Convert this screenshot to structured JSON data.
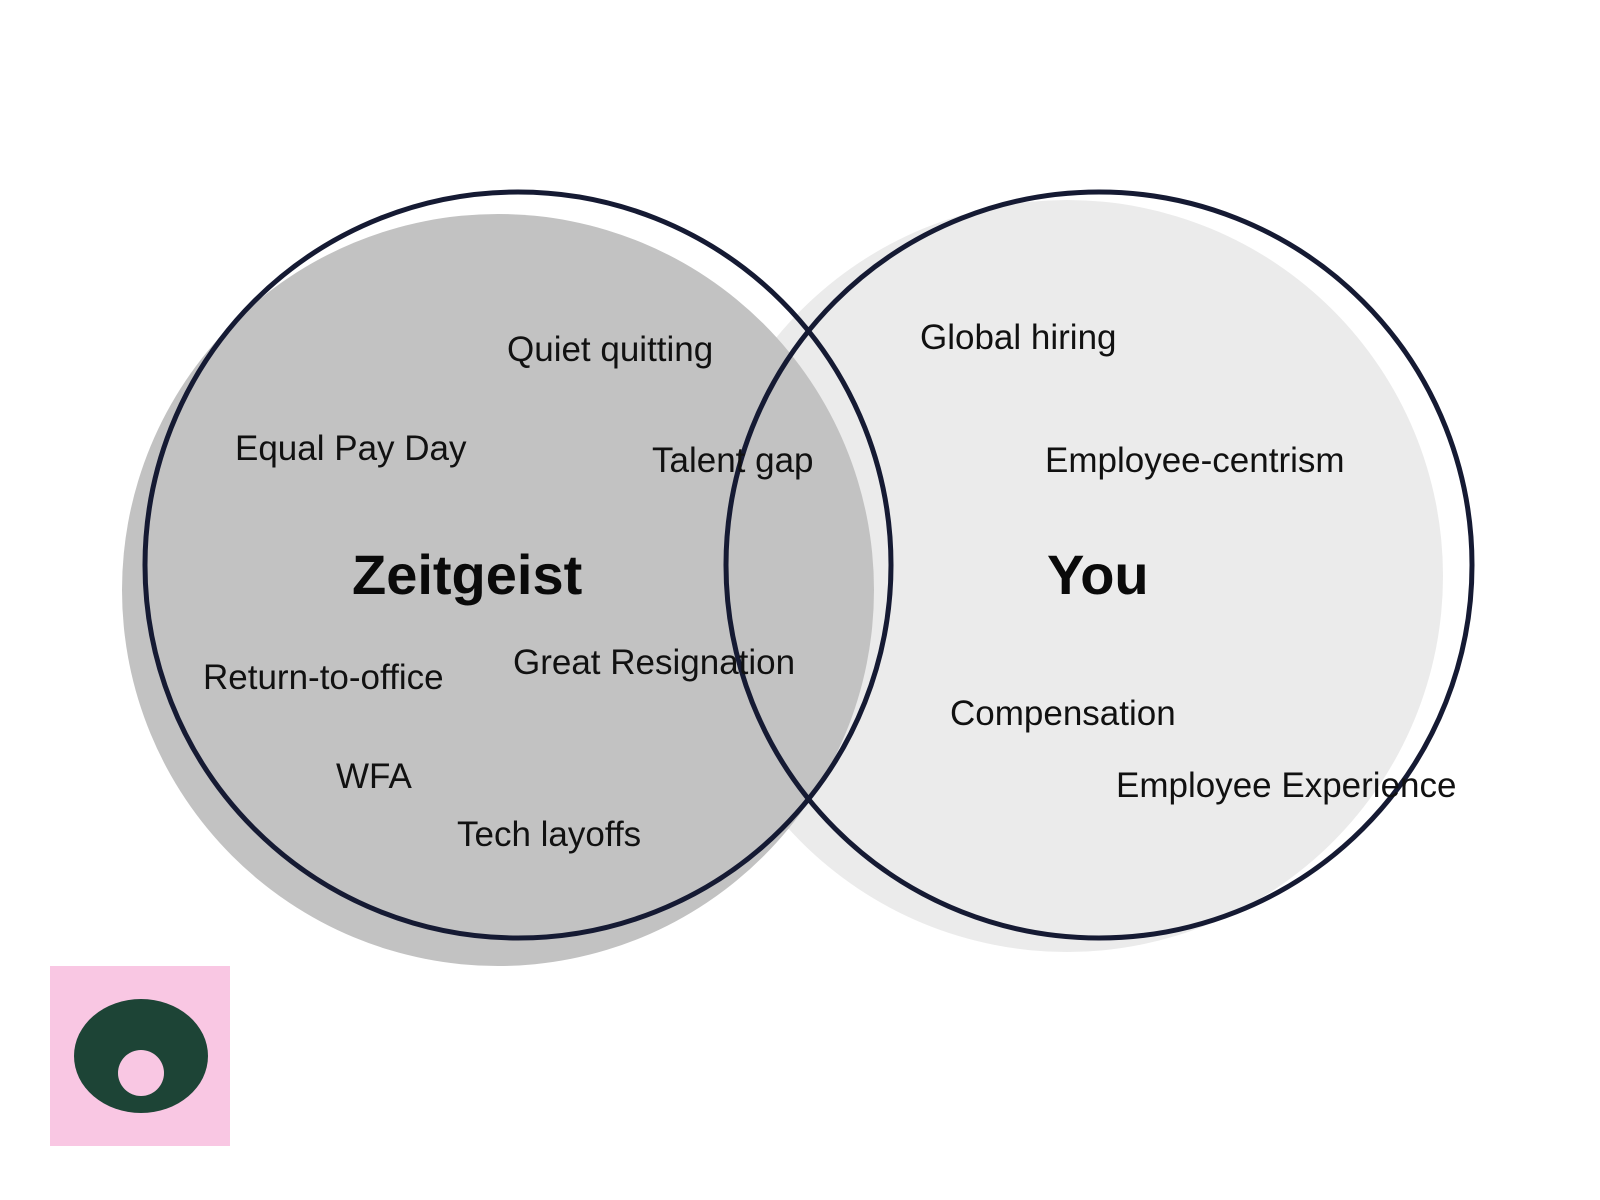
{
  "diagram": {
    "type": "venn",
    "sets": [
      {
        "title": "Zeitgeist",
        "fill": "#c2c2c2",
        "terms": [
          "Quiet quitting",
          "Equal Pay Day",
          "Return-to-office",
          "WFA",
          "Tech layoffs"
        ]
      },
      {
        "title": "You",
        "fill": "#ebebeb",
        "terms": [
          "Global hiring",
          "Employee-centrism",
          "Compensation",
          "Employee Experience"
        ]
      }
    ],
    "intersection": {
      "terms": [
        "Talent gap",
        "Great Resignation"
      ]
    },
    "outline_color": "#151a33"
  },
  "logo": {
    "icon": "eye-logo-icon",
    "background": "#f9c7e3",
    "shape_color": "#1d4436",
    "hole_color": "#f9c7e3"
  }
}
